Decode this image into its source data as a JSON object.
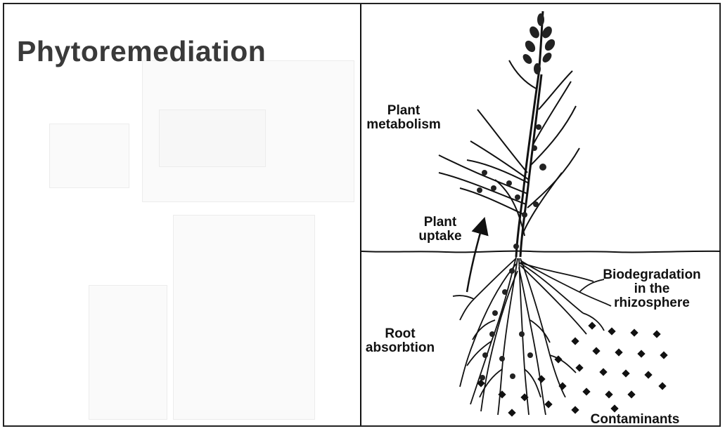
{
  "title": "Phytoremediation",
  "labels": {
    "plant_metabolism_1": "Plant",
    "plant_metabolism_2": "metabolism",
    "plant_uptake_1": "Plant",
    "plant_uptake_2": "uptake",
    "biodegradation_1": "Biodegradation",
    "biodegradation_2": "in the",
    "biodegradation_3": "rhizosphere",
    "root_absorption_1": "Root",
    "root_absorption_2": "absorbtion",
    "contaminants": "Contaminants"
  },
  "colors": {
    "ink": "#111111",
    "title": "#3a3a3a"
  }
}
